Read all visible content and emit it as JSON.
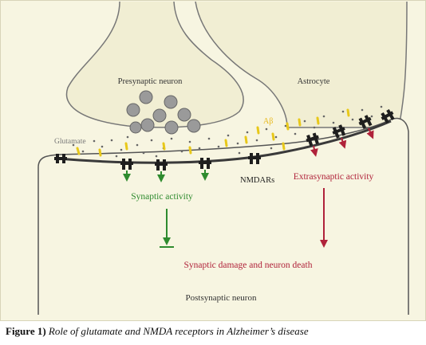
{
  "figure": {
    "labels": {
      "presynaptic": "Presynaptic neuron",
      "astrocyte": "Astrocyte",
      "glutamate": "Glutamate",
      "abeta": "Aβ",
      "nmdars": "NMDARs",
      "extrasynaptic": "Extrasynaptic activity",
      "synaptic": "Synaptic activity",
      "damage": "Synaptic damage and neuron death",
      "postsynaptic": "Postsynaptic neuron"
    },
    "colors": {
      "background": "#f7f5e1",
      "outline": "#555555",
      "membrane": "#3a3a3a",
      "synaptic": "#2e8b2e",
      "extrasynaptic": "#b0223a",
      "glutamate": "#e8c81a",
      "vesicle": "#9a9a9a"
    }
  },
  "caption": {
    "number": "Figure 1)",
    "text": "Role of glutamate and NMDA receptors in Alzheimer’s disease"
  }
}
